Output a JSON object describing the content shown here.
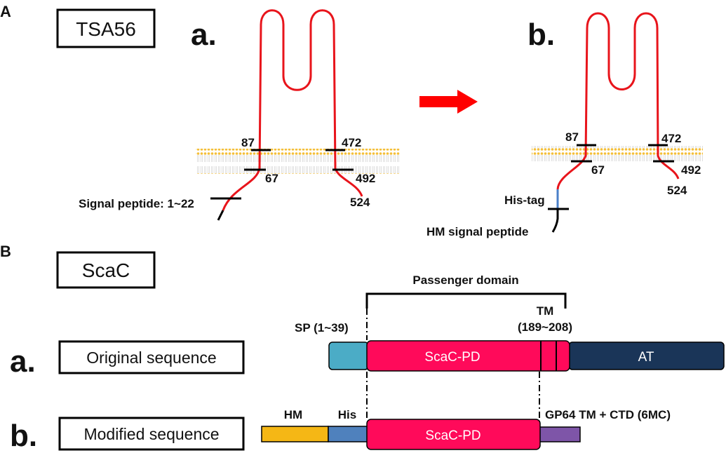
{
  "panel_a": {
    "panel_label": "A",
    "protein_name": "TSA56",
    "sub_a": {
      "letter": "a.",
      "residue_87": "87",
      "residue_67": "67",
      "residue_472": "472",
      "residue_492": "492",
      "residue_524": "524",
      "signal_peptide": "Signal peptide: 1~22"
    },
    "sub_b": {
      "letter": "b.",
      "residue_87": "87",
      "residue_67": "67",
      "residue_472": "472",
      "residue_492": "492",
      "residue_524": "524",
      "his_tag": "His-tag",
      "hm_signal_peptide": "HM signal peptide"
    }
  },
  "panel_b": {
    "panel_label": "B",
    "protein_name": "ScaC",
    "passenger_domain": "Passenger domain",
    "sp_label": "SP (1~39)",
    "tm_label_line1": "TM",
    "tm_label_line2": "(189~208)",
    "row_a": {
      "letter": "a.",
      "name": "Original sequence",
      "pd_label": "ScaC-PD",
      "at_label": "AT"
    },
    "row_b": {
      "letter": "b.",
      "name": "Modified sequence",
      "hm_label": "HM",
      "his_label": "His",
      "pd_label": "ScaC-PD",
      "gp64_label": "GP64 TM + CTD (6MC)"
    }
  },
  "colors": {
    "chain_red": "#e8141b",
    "arrow_red": "#ff0000",
    "membrane_yellow": "#f4bf3a",
    "sp_teal": "#4bacc6",
    "pd_pink": "#ff0a5a",
    "at_navy": "#1a3558",
    "hm_orange": "#f5b715",
    "his_blue": "#4f81bd",
    "gp64_purple": "#7e55a8",
    "his_tag_blue": "#4a7fc8"
  }
}
